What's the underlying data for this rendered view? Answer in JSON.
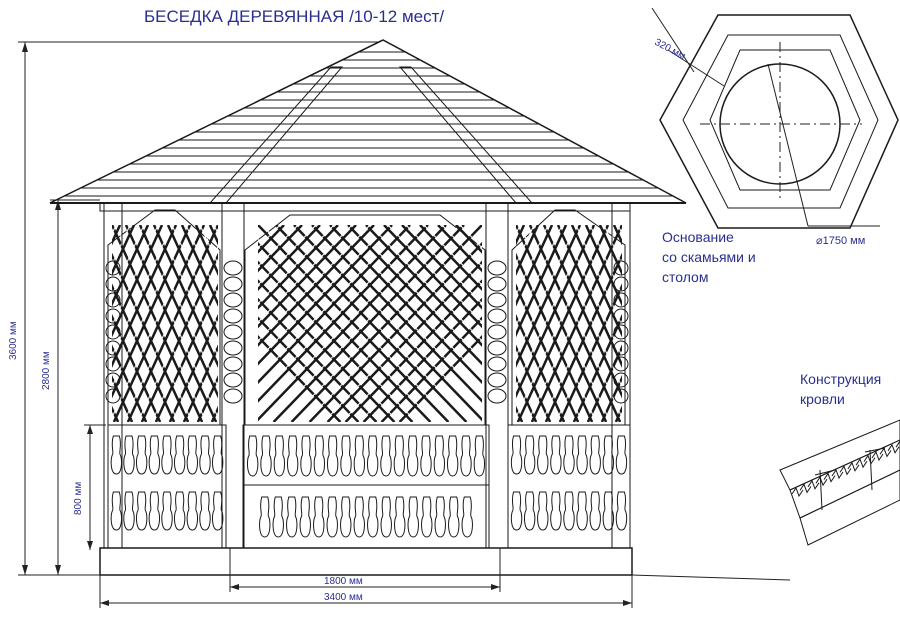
{
  "title": "БЕСЕДКА ДЕРЕВЯННАЯ  /10-12 мест/",
  "dimensions": {
    "total_height": "3600 мм",
    "wall_height": "2800 мм",
    "rail_height": "800 мм",
    "opening_width": "1800 мм",
    "total_width": "3400 мм"
  },
  "plan": {
    "caption_lines": [
      "Основание",
      "со   скамьями и",
      "столом"
    ],
    "bench_width": "320 мм",
    "diameter": "⌀1750 мм"
  },
  "roof_detail": {
    "caption_lines": [
      "Конструкция",
      "кровли"
    ]
  },
  "colors": {
    "line": "#1a1a1a",
    "title": "#2a2f8f",
    "annotation": "#2a2f8f"
  }
}
